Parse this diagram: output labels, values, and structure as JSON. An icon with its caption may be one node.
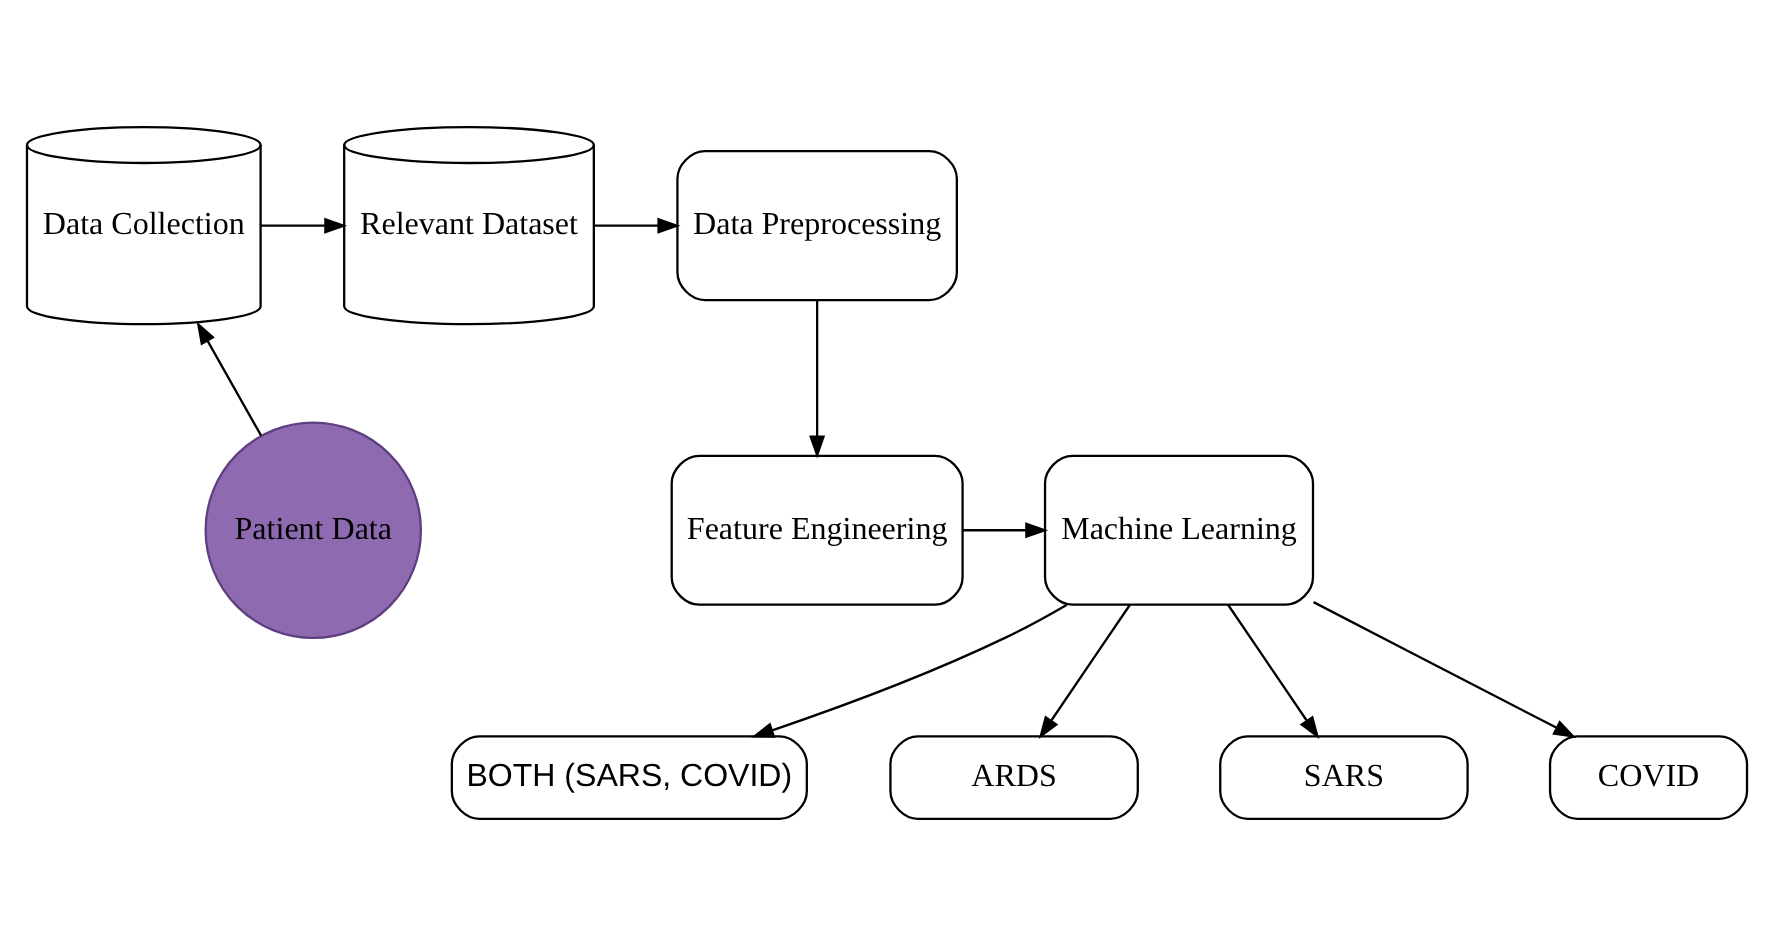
{
  "diagram": {
    "nodes": [
      {
        "text": [
          "Patient Data"
        ]
      },
      {
        "text": [
          "Data Collection"
        ]
      },
      {
        "text": [
          "Relevant Dataset"
        ]
      },
      {
        "text": [
          "Data Preprocessing"
        ]
      },
      {
        "text": [
          "Feature Engineering"
        ]
      },
      {
        "text": [
          "Machine Learning"
        ]
      },
      {
        "text": [
          "BOTH (SARS, COVID)"
        ]
      },
      {
        "text": [
          "ARDS"
        ]
      },
      {
        "text": [
          "SARS"
        ]
      },
      {
        "text": [
          "COVID"
        ]
      }
    ],
    "edges": [
      {
        "from": 0,
        "to": 1,
        "arrow": "to"
      },
      {
        "from": 1,
        "to": 2,
        "arrow": "to"
      },
      {
        "from": 2,
        "to": 3,
        "arrow": "to"
      },
      {
        "from": 3,
        "to": 4,
        "arrow": "to"
      },
      {
        "from": 4,
        "to": 5,
        "arrow": "to"
      },
      {
        "from": 5,
        "to": 6,
        "arrow": "to"
      },
      {
        "from": 5,
        "to": 7,
        "arrow": "to"
      },
      {
        "from": 5,
        "to": 8,
        "arrow": "to"
      },
      {
        "from": 5,
        "to": 9,
        "arrow": "to"
      }
    ]
  }
}
